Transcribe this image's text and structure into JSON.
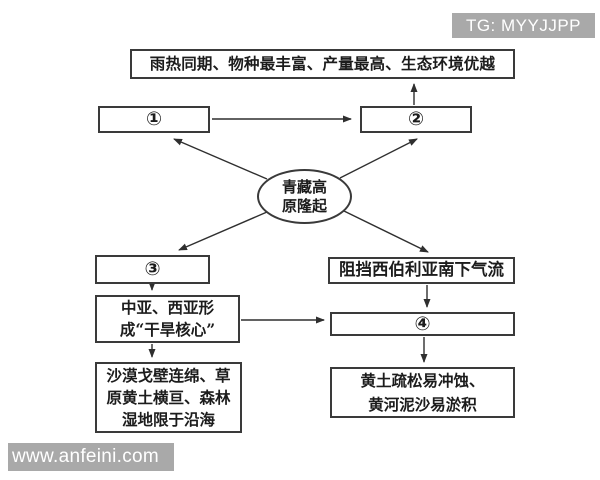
{
  "watermarks": {
    "tg_badge": "TG: MYYJJPP",
    "site": "www.anfeini.com"
  },
  "colors": {
    "watermark_bg": "#a9a9a9",
    "watermark_text": "#ffffff",
    "line": "#2f2f2f",
    "text": "#1c1c1c",
    "background": "#ffffff"
  },
  "diagram": {
    "center_node": {
      "full": "青藏高原隆起",
      "line1": "青藏高",
      "line2": "原隆起"
    },
    "nodes": {
      "top_result": "雨热同期、物种最丰富、产量最高、生态环境优越",
      "box1": "①",
      "box2": "②",
      "box3": "③",
      "box4": "④",
      "block_air": "阻挡西伯利亚南下气流",
      "central_asia": {
        "full": "中亚、西亚形成“干旱核心”",
        "line1": "中亚、西亚形",
        "line2": "成“干旱核心”"
      },
      "desert": {
        "full": "沙漠戈壁连绵、草原黄土横亘、森林湿地限于沿海",
        "line1": "沙漠戈壁连绵、草",
        "line2": "原黄土横亘、森林",
        "line3": "湿地限于沿海"
      },
      "loess": {
        "full": "黄土疏松易冲蚀、黄河泥沙易淤积",
        "line1": "黄土疏松易冲蚀、",
        "line2": "黄河泥沙易淤积"
      }
    }
  }
}
